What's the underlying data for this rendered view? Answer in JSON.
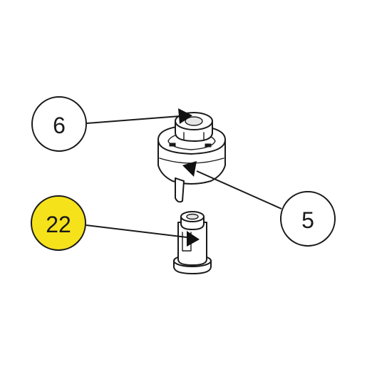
{
  "callouts": [
    {
      "id": "callout-6",
      "label": "6",
      "fill": "#ffffff"
    },
    {
      "id": "callout-5",
      "label": "5",
      "fill": "#ffffff"
    },
    {
      "id": "callout-22",
      "label": "22",
      "fill": "#f5e21b"
    }
  ],
  "colors": {
    "highlight": "#f5e21b",
    "line": "#1a1a1a",
    "background": "#ffffff"
  }
}
